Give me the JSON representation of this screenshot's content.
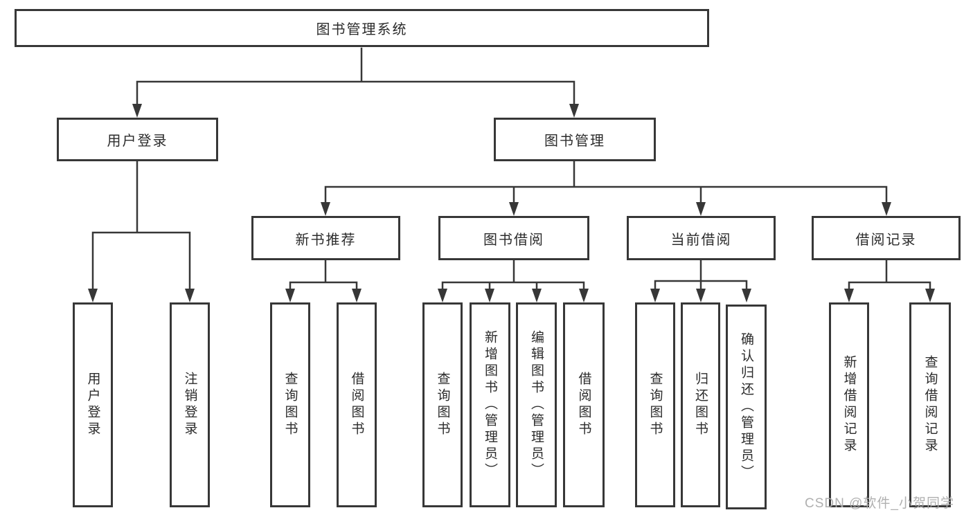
{
  "tree": {
    "root": {
      "label": "图书管理系统",
      "children": [
        {
          "label": "用户登录",
          "children": [
            {
              "label": "用户登录"
            },
            {
              "label": "注销登录"
            }
          ]
        },
        {
          "label": "图书管理",
          "children": [
            {
              "label": "新书推荐",
              "children": [
                {
                  "label": "查询图书"
                },
                {
                  "label": "借阅图书"
                }
              ]
            },
            {
              "label": "图书借阅",
              "children": [
                {
                  "label": "查询图书"
                },
                {
                  "label": "新增图书（管理员）"
                },
                {
                  "label": "编辑图书（管理员）"
                },
                {
                  "label": "借阅图书"
                }
              ]
            },
            {
              "label": "当前借阅",
              "children": [
                {
                  "label": "查询图书"
                },
                {
                  "label": "归还图书"
                },
                {
                  "label": "确认归还（管理员）"
                }
              ]
            },
            {
              "label": "借阅记录",
              "children": [
                {
                  "label": "新增借阅记录"
                },
                {
                  "label": "查询借阅记录"
                }
              ]
            }
          ]
        }
      ]
    }
  },
  "colors": {
    "line": "#373737",
    "text": "#2b2b2b",
    "watermark": "#acacac"
  },
  "watermark": {
    "text": "CSDN @软件_小贺同学"
  }
}
